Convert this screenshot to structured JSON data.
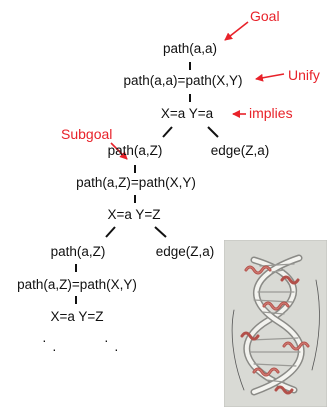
{
  "tree": {
    "level1": {
      "goal": "path(a,a)",
      "unify": "path(a,a)=path(X,Y)",
      "binding": "X=a Y=a"
    },
    "level2": {
      "left": "path(a,Z)",
      "right": "edge(Z,a)",
      "unify": "path(a,Z)=path(X,Y)",
      "binding": "X=a Y=Z"
    },
    "level3": {
      "left": "path(a,Z)",
      "right": "edge(Z,a)",
      "unify": "path(a,Z)=path(X,Y)",
      "binding": "X=a Y=Z"
    },
    "continuation": "· · · ·"
  },
  "annotations": {
    "goal": "Goal",
    "unify": "Unify",
    "implies": "implies",
    "subgoal": "Subgoal",
    "color": "#e8222a"
  },
  "illustration": {
    "icon": "double-helix-protein-image"
  }
}
